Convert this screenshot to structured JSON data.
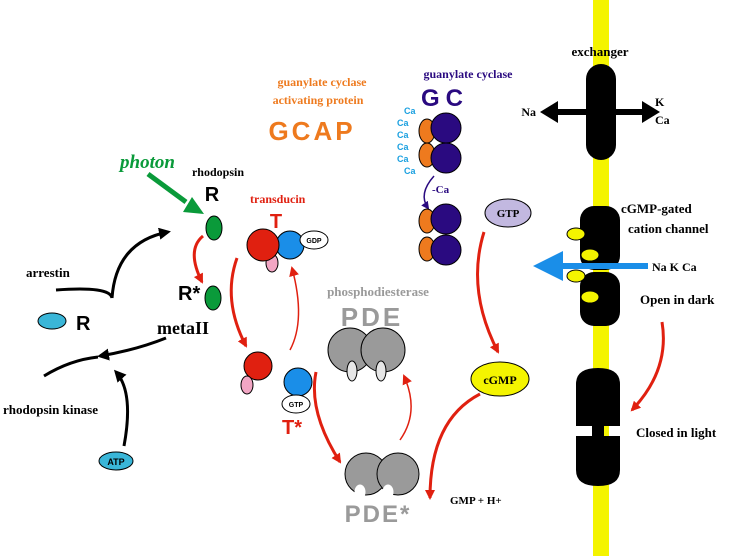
{
  "labels": {
    "photon": "photon",
    "rhodopsin": "rhodopsin",
    "r": "R",
    "r_star": "R*",
    "metaII": "metaII",
    "arrestin": "arrestin",
    "rhodopsin_kinase": "rhodopsin kinase",
    "atp": "ATP",
    "transducin": "transducin",
    "t": "T",
    "t_star": "T*",
    "gdp": "GDP",
    "gtp": "GTP",
    "phosphodiesterase": "phosphodiesterase",
    "pde": "PDE",
    "pde_star": "PDE*",
    "gcap_line1": "guanylate cyclase",
    "gcap_line2": "activating protein",
    "gcap": "GCAP",
    "gc_name": "guanylate cyclase",
    "gc": "GC",
    "ca": "Ca",
    "minus_ca": "-Ca",
    "cgmp": "cGMP",
    "gmp": "GMP + H+",
    "exchanger": "exchanger",
    "na": "Na",
    "k": "K",
    "channel_line1": "cGMP-gated",
    "channel_line2": "cation channel",
    "na_k_ca": "Na K Ca",
    "open_in_dark": "Open in dark",
    "closed_in_light": "Closed in light"
  },
  "colors": {
    "membrane": "#f4f400",
    "red_arrow": "#e02010",
    "black": "#000000",
    "green_arrow": "#0a9a3a",
    "blue_arrow": "#1a8ee8",
    "orange": "#ee7a1e",
    "indigo": "#2a0a80",
    "ca_blue": "#1aa0e0",
    "teal": "#3ab6d8",
    "pink": "#f2a6c4",
    "gray": "#9a9a9a",
    "lavender": "#c2b8e0",
    "yellow_oval": "#f4f400",
    "red": "#e02010"
  }
}
